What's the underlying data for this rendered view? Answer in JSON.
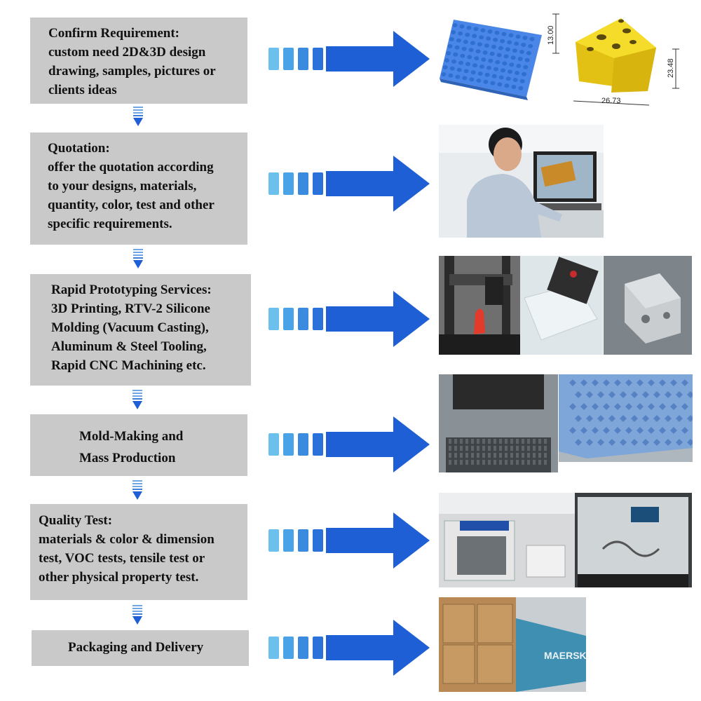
{
  "steps": [
    {
      "title": "Confirm Requirement:",
      "lines": [
        "custom need 2D&3D design",
        "drawing, samples, pictures or",
        "clients ideas"
      ]
    },
    {
      "title": "Quotation:",
      "lines": [
        "offer the quotation according",
        "to your designs, materials,",
        "quantity, color, test and other",
        "specific requirements."
      ]
    },
    {
      "title": "Rapid Prototyping Services:",
      "lines": [
        "3D Printing, RTV-2 Silicone",
        "Molding (Vacuum Casting),",
        "Aluminum & Steel Tooling,",
        "Rapid CNC Machining etc."
      ]
    },
    {
      "title": "Mold-Making and",
      "lines": [
        "Mass Production"
      ]
    },
    {
      "title": "Quality Test:",
      "lines": [
        "materials & color & dimension",
        "test, VOC tests, tensile test or",
        "other physical property test."
      ]
    },
    {
      "title": "Packaging and Delivery",
      "lines": []
    }
  ],
  "dimensions": {
    "height": "13.00",
    "depth": "23.48",
    "width": "26.73"
  },
  "container_text": "MAERSK",
  "colors": {
    "box": "#c9c9c9",
    "arrow": "#1f5fd6",
    "arrow_light": "#63b4ea",
    "tray": "#4a86e8",
    "cheese": "#f2d21b"
  }
}
